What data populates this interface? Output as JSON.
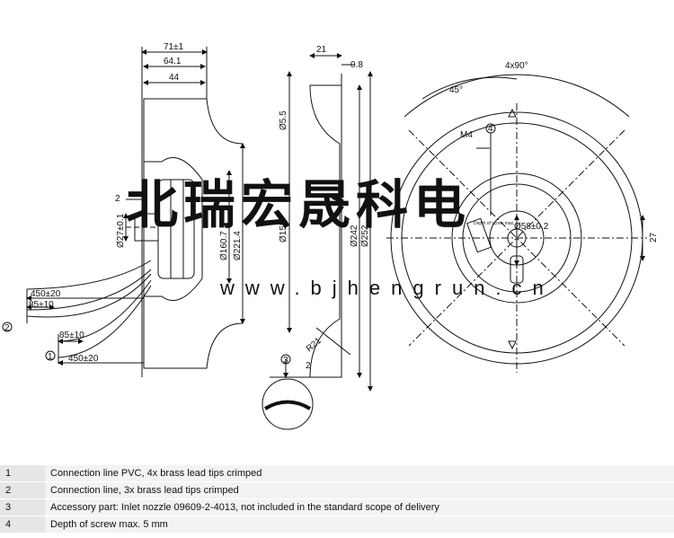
{
  "watermark": {
    "chinese": "北瑞宏晟科电",
    "url": "www.bjhengrun.cn"
  },
  "side_view": {
    "dim_71": "71±1",
    "dim_64": "64.1",
    "dim_44": "44",
    "dim_2": "2",
    "dim_27": "Ø27±0.1",
    "dim_160": "Ø160.7",
    "dim_221": "Ø221.4",
    "cable_450_top": "450±20",
    "cable_85_top": "85±10",
    "cable_85_bottom": "85±10",
    "cable_450_bottom": "450±20",
    "callout_1": "1",
    "callout_2": "2"
  },
  "nozzle_view": {
    "dim_21": "21",
    "dim_08": "0.8",
    "dim_65": "Ø5.5",
    "dim_155": "Ø155",
    "dim_242": "Ø242",
    "dim_252": "Ø252",
    "dim_r21": "R21",
    "dim_2": "2",
    "callout_3": "3"
  },
  "front_view": {
    "dim_4x90": "4x90°",
    "dim_45": "45°",
    "dim_m4": "M4",
    "callout_4": "4",
    "dim_58": "Ø58±0.2",
    "dim_27": "27",
    "label_text": "Depth of screw max."
  },
  "notes": [
    {
      "num": "1",
      "text": "Connection line PVC, 4x brass lead tips crimped"
    },
    {
      "num": "2",
      "text": "Connection line, 3x brass lead tips crimped"
    },
    {
      "num": "3",
      "text": "Accessory part: Inlet nozzle 09609-2-4013, not included in the standard scope of delivery"
    },
    {
      "num": "4",
      "text": "Depth of screw max. 5 mm"
    }
  ]
}
